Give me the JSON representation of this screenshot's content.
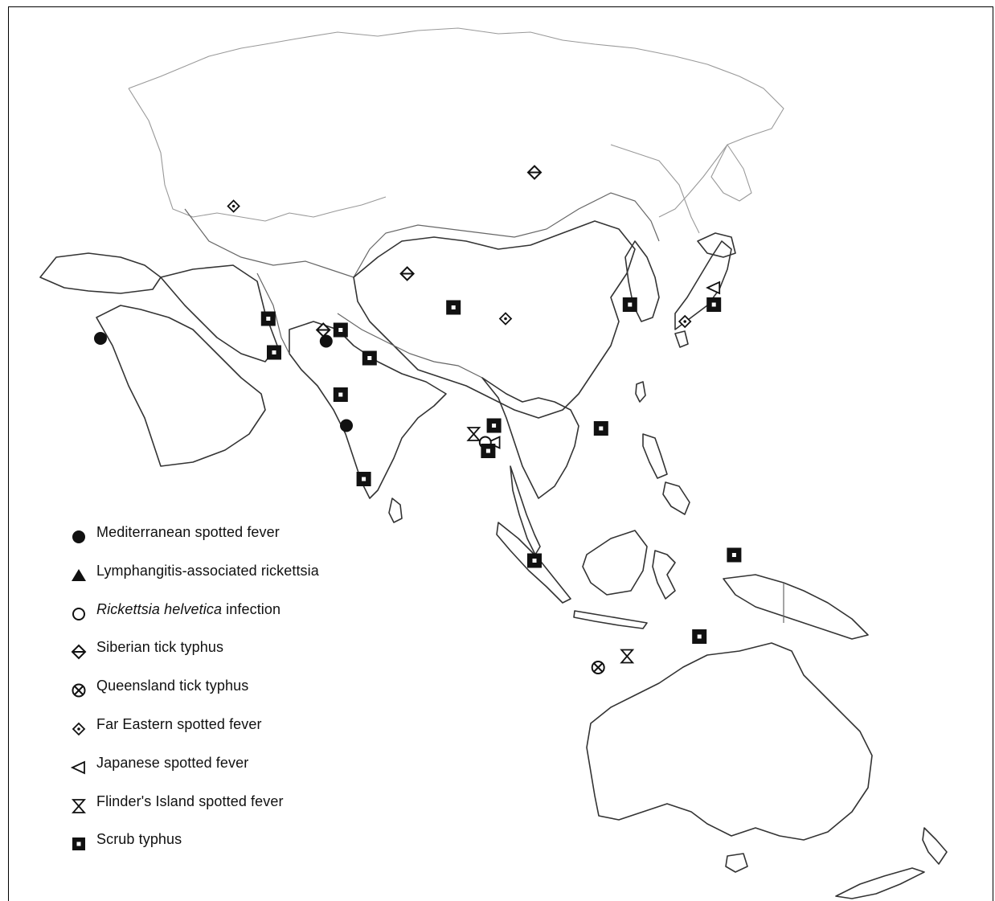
{
  "legend": {
    "items": [
      {
        "key": "mediterranean",
        "symbol": "filled-circle",
        "label": "Mediterranean spotted fever"
      },
      {
        "key": "lymphangitis",
        "symbol": "filled-triangle",
        "label": "Lymphangitis-associated rickettsia"
      },
      {
        "key": "helvetica",
        "symbol": "open-circle",
        "label_italic": "Rickettsia helvetica",
        "label_rest": " infection"
      },
      {
        "key": "siberian",
        "symbol": "diamond-line",
        "label": "Siberian tick typhus"
      },
      {
        "key": "queensland",
        "symbol": "circle-x",
        "label": "Queensland tick typhus"
      },
      {
        "key": "fareastern",
        "symbol": "diamond-dot",
        "label": "Far Eastern spotted fever"
      },
      {
        "key": "japanese",
        "symbol": "triangle-left",
        "label": "Japanese spotted fever"
      },
      {
        "key": "flinders",
        "symbol": "hourglass",
        "label": "Flinder's Island spotted fever"
      },
      {
        "key": "scrub",
        "symbol": "square-dot",
        "label": "Scrub typhus"
      }
    ]
  },
  "markers": [
    {
      "type": "mediterranean",
      "lon": 35.0,
      "lat": 32.5
    },
    {
      "type": "mediterranean",
      "lon": 74.0,
      "lat": 32.0
    },
    {
      "type": "mediterranean",
      "lon": 77.5,
      "lat": 17.0
    },
    {
      "type": "siberian",
      "lon": 73.5,
      "lat": 34.0
    },
    {
      "type": "siberian",
      "lon": 88.0,
      "lat": 44.0
    },
    {
      "type": "siberian",
      "lon": 110.0,
      "lat": 62.0
    },
    {
      "type": "fareastern",
      "lon": 58.0,
      "lat": 56.0
    },
    {
      "type": "fareastern",
      "lon": 105.0,
      "lat": 36.0
    },
    {
      "type": "fareastern",
      "lon": 136.0,
      "lat": 35.5
    },
    {
      "type": "japanese",
      "lon": 141.0,
      "lat": 41.5
    },
    {
      "type": "japanese",
      "lon": 103.0,
      "lat": 14.0
    },
    {
      "type": "helvetica",
      "lon": 101.5,
      "lat": 14.0
    },
    {
      "type": "flinders",
      "lon": 99.5,
      "lat": 15.5
    },
    {
      "type": "flinders",
      "lon": 126.0,
      "lat": -24.0
    },
    {
      "type": "queensland",
      "lon": 121.0,
      "lat": -26.0
    },
    {
      "type": "scrub",
      "lon": 64.0,
      "lat": 36.0
    },
    {
      "type": "scrub",
      "lon": 65.0,
      "lat": 30.0
    },
    {
      "type": "scrub",
      "lon": 76.5,
      "lat": 34.0
    },
    {
      "type": "scrub",
      "lon": 81.5,
      "lat": 29.0
    },
    {
      "type": "scrub",
      "lon": 76.5,
      "lat": 22.5
    },
    {
      "type": "scrub",
      "lon": 80.5,
      "lat": 7.5
    },
    {
      "type": "scrub",
      "lon": 96.0,
      "lat": 38.0
    },
    {
      "type": "scrub",
      "lon": 103.0,
      "lat": 17.0
    },
    {
      "type": "scrub",
      "lon": 102.0,
      "lat": 12.5
    },
    {
      "type": "scrub",
      "lon": 126.5,
      "lat": 38.5
    },
    {
      "type": "scrub",
      "lon": 141.0,
      "lat": 38.5
    },
    {
      "type": "scrub",
      "lon": 121.5,
      "lat": 16.5
    },
    {
      "type": "scrub",
      "lon": 110.0,
      "lat": -7.0
    },
    {
      "type": "scrub",
      "lon": 144.5,
      "lat": -6.0
    },
    {
      "type": "scrub",
      "lon": 138.5,
      "lat": -20.5
    }
  ],
  "colors": {
    "ink": "#111111",
    "coast": "#333333",
    "border": "#666666"
  }
}
